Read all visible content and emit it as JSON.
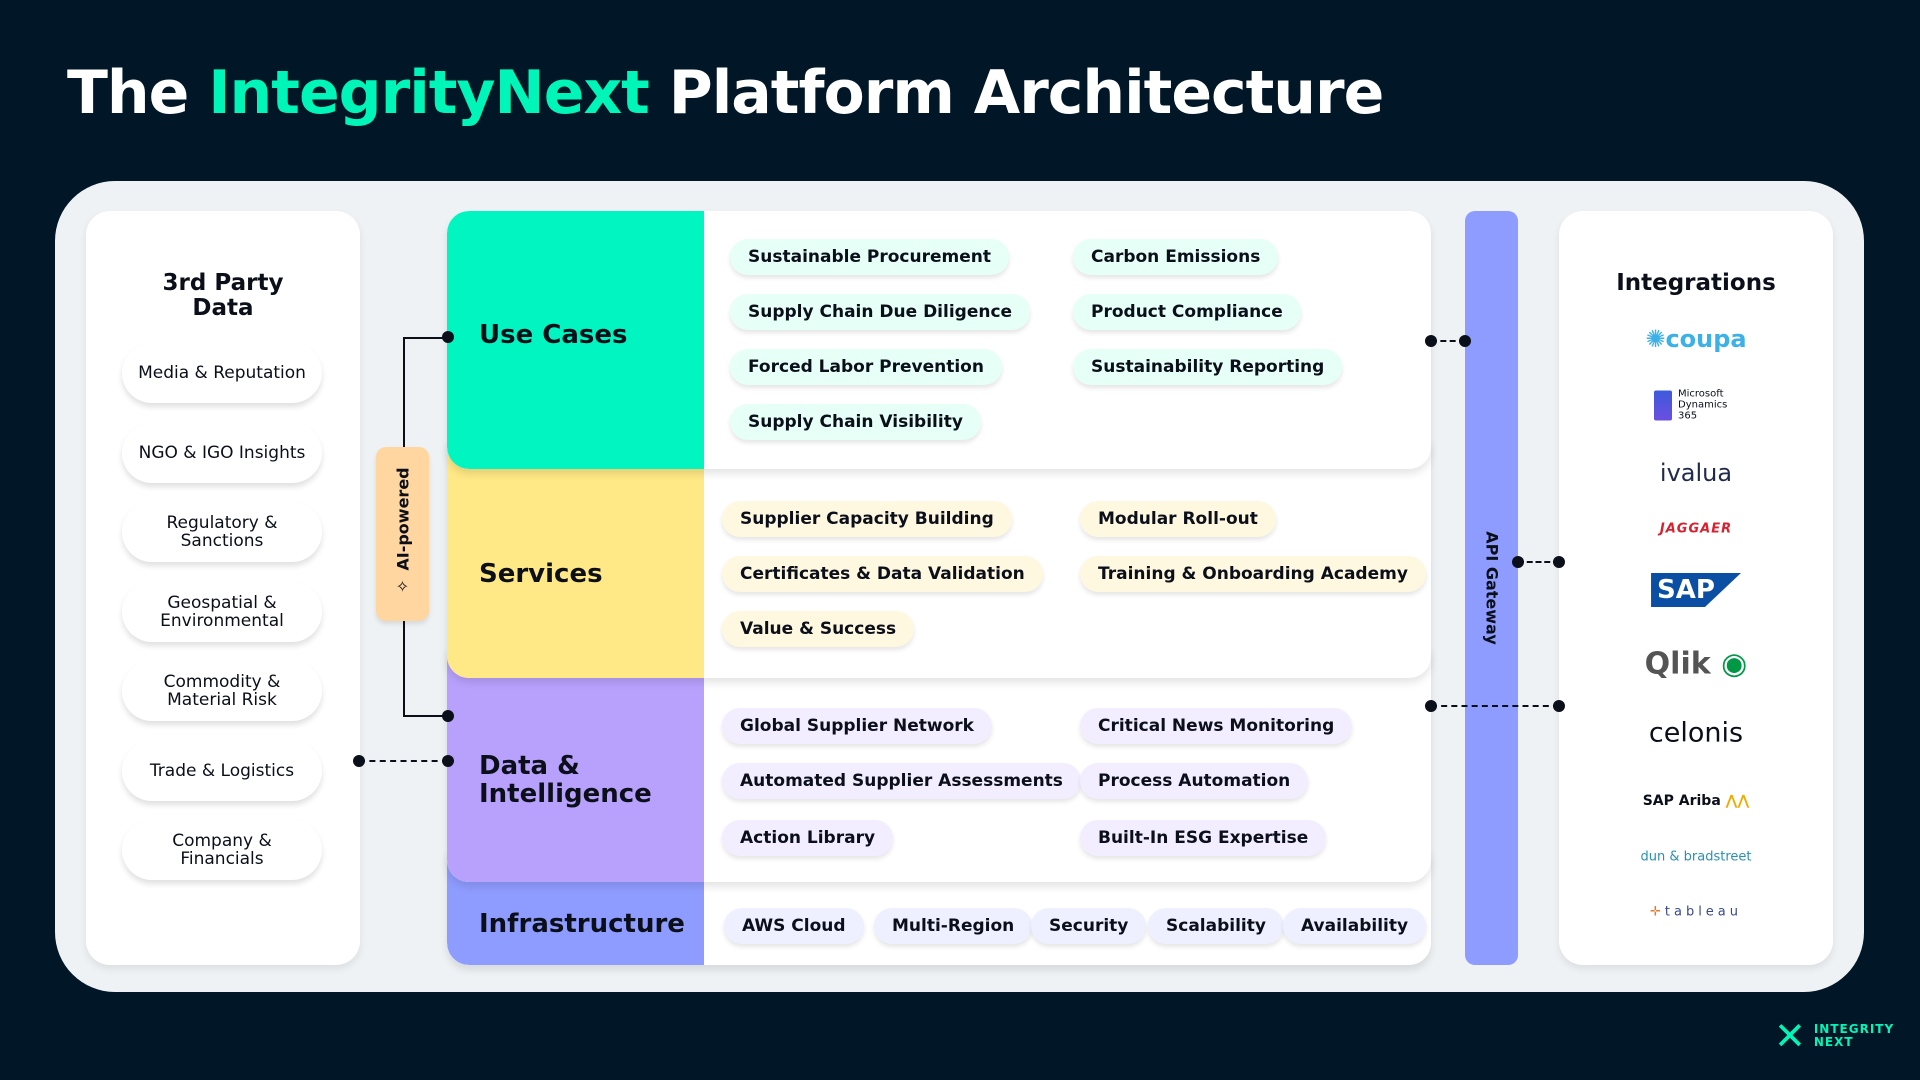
{
  "title": {
    "pre": "The ",
    "brand": "IntegrityNext",
    "post": " Platform Architecture"
  },
  "third_party": {
    "title": "3rd Party Data",
    "items": [
      "Media & Reputation",
      "NGO & IGO Insights",
      "Regulatory & Sanctions",
      "Geospatial & Environmental",
      "Commodity & Material Risk",
      "Trade & Logistics",
      "Company & Financials"
    ]
  },
  "ai_label": "AI-powered",
  "layers": {
    "use_cases": {
      "label": "Use Cases",
      "color": "#00f5c0",
      "items": [
        "Sustainable Procurement",
        "Carbon Emissions",
        "Supply Chain Due Diligence",
        "Product Compliance",
        "Forced Labor Prevention",
        "Sustainability Reporting",
        "Supply Chain Visibility"
      ]
    },
    "services": {
      "label": "Services",
      "color": "#ffe885",
      "items": [
        "Supplier Capacity Building",
        "Modular Roll-out",
        "Certificates & Data Validation",
        "Training & Onboarding Academy",
        "Value & Success"
      ]
    },
    "data": {
      "label": "Data & Intelligence",
      "color": "#b8a1fc",
      "items": [
        "Global Supplier Network",
        "Critical News Monitoring",
        "Automated Supplier Assessments",
        "Process Automation",
        "Action Library",
        "Built-In ESG Expertise"
      ]
    },
    "infra": {
      "label": "Infrastructure",
      "color": "#8f9cff",
      "items": [
        "AWS Cloud",
        "Multi-Region",
        "Security",
        "Scalability",
        "Availability"
      ]
    }
  },
  "api_label": "API Gateway",
  "integrations": {
    "title": "Integrations",
    "items": [
      "coupa",
      "Microsoft Dynamics 365",
      "ivalua",
      "JAGGAER",
      "SAP",
      "Qlik",
      "celonis",
      "SAP Ariba",
      "dun & bradstreet",
      "tableau"
    ]
  },
  "footer_logo": "INTEGRITY NEXT"
}
